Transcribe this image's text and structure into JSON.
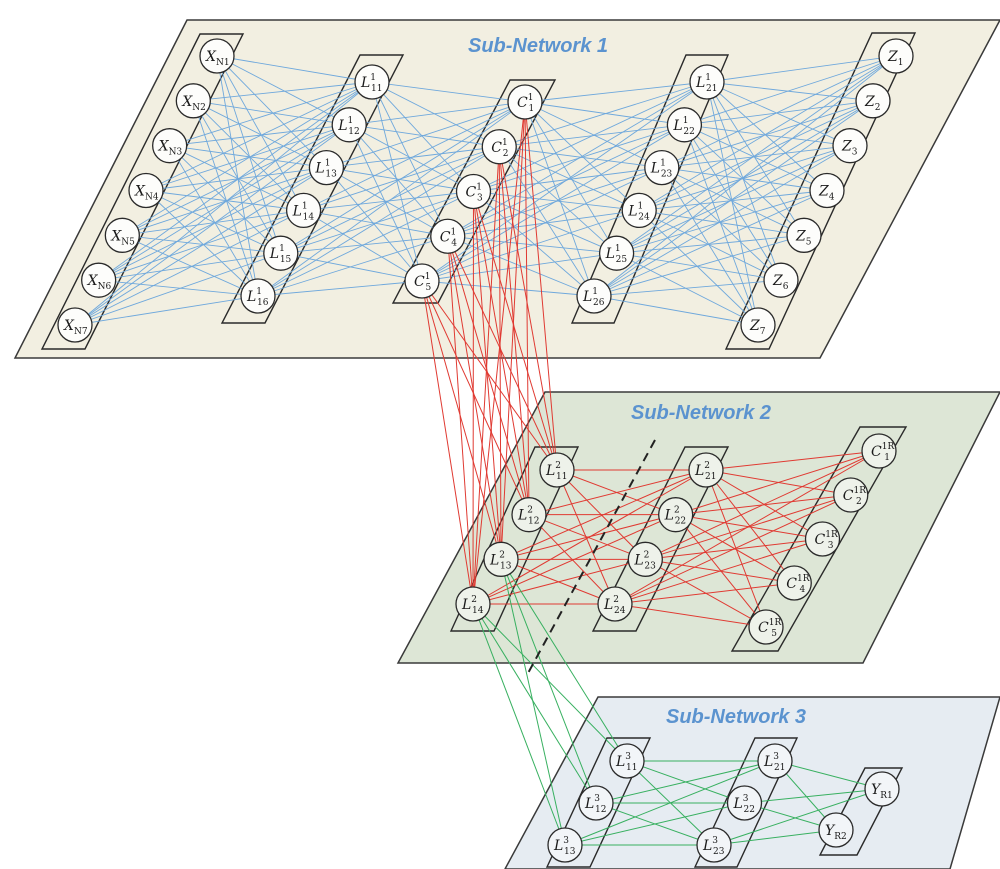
{
  "titles": {
    "sub1": "Sub-Network 1",
    "sub2": "Sub-Network 2",
    "sub3": "Sub-Network 3"
  },
  "colors": {
    "blue_edges": "#6fa8dc",
    "red_edges": "#e03a32",
    "green_edges": "#38b060",
    "title_text": "#5b93cf"
  },
  "nodes": {
    "net1_inputs": [
      {
        "main": "X",
        "sub": "N1",
        "sup": ""
      },
      {
        "main": "X",
        "sub": "N2",
        "sup": ""
      },
      {
        "main": "X",
        "sub": "N3",
        "sup": ""
      },
      {
        "main": "X",
        "sub": "N4",
        "sup": ""
      },
      {
        "main": "X",
        "sub": "N5",
        "sup": ""
      },
      {
        "main": "X",
        "sub": "N6",
        "sup": ""
      },
      {
        "main": "X",
        "sub": "N7",
        "sup": ""
      }
    ],
    "net1_L1": [
      {
        "main": "L",
        "sub": "11",
        "sup": "1"
      },
      {
        "main": "L",
        "sub": "12",
        "sup": "1"
      },
      {
        "main": "L",
        "sub": "13",
        "sup": "1"
      },
      {
        "main": "L",
        "sub": "14",
        "sup": "1"
      },
      {
        "main": "L",
        "sub": "15",
        "sup": "1"
      },
      {
        "main": "L",
        "sub": "16",
        "sup": "1"
      }
    ],
    "net1_C": [
      {
        "main": "C",
        "sub": "1",
        "sup": "1"
      },
      {
        "main": "C",
        "sub": "2",
        "sup": "1"
      },
      {
        "main": "C",
        "sub": "3",
        "sup": "1"
      },
      {
        "main": "C",
        "sub": "4",
        "sup": "1"
      },
      {
        "main": "C",
        "sub": "5",
        "sup": "1"
      }
    ],
    "net1_L2": [
      {
        "main": "L",
        "sub": "21",
        "sup": "1"
      },
      {
        "main": "L",
        "sub": "22",
        "sup": "1"
      },
      {
        "main": "L",
        "sub": "23",
        "sup": "1"
      },
      {
        "main": "L",
        "sub": "24",
        "sup": "1"
      },
      {
        "main": "L",
        "sub": "25",
        "sup": "1"
      },
      {
        "main": "L",
        "sub": "26",
        "sup": "1"
      }
    ],
    "net1_outputs": [
      {
        "main": "Z",
        "sub": "1",
        "sup": ""
      },
      {
        "main": "Z",
        "sub": "2",
        "sup": ""
      },
      {
        "main": "Z",
        "sub": "3",
        "sup": ""
      },
      {
        "main": "Z",
        "sub": "4",
        "sup": ""
      },
      {
        "main": "Z",
        "sub": "5",
        "sup": ""
      },
      {
        "main": "Z",
        "sub": "6",
        "sup": ""
      },
      {
        "main": "Z",
        "sub": "7",
        "sup": ""
      }
    ],
    "net2_L1": [
      {
        "main": "L",
        "sub": "11",
        "sup": "2"
      },
      {
        "main": "L",
        "sub": "12",
        "sup": "2"
      },
      {
        "main": "L",
        "sub": "13",
        "sup": "2"
      },
      {
        "main": "L",
        "sub": "14",
        "sup": "2"
      }
    ],
    "net2_L2": [
      {
        "main": "L",
        "sub": "21",
        "sup": "2"
      },
      {
        "main": "L",
        "sub": "22",
        "sup": "2"
      },
      {
        "main": "L",
        "sub": "23",
        "sup": "2"
      },
      {
        "main": "L",
        "sub": "24",
        "sup": "2"
      }
    ],
    "net2_C": [
      {
        "main": "C",
        "sub": "1",
        "sup": "1R"
      },
      {
        "main": "C",
        "sub": "2",
        "sup": "1R"
      },
      {
        "main": "C",
        "sub": "3",
        "sup": "1R"
      },
      {
        "main": "C",
        "sub": "4",
        "sup": "1R"
      },
      {
        "main": "C",
        "sub": "5",
        "sup": "1R"
      }
    ],
    "net3_L1": [
      {
        "main": "L",
        "sub": "11",
        "sup": "3"
      },
      {
        "main": "L",
        "sub": "12",
        "sup": "3"
      },
      {
        "main": "L",
        "sub": "13",
        "sup": "3"
      }
    ],
    "net3_L2": [
      {
        "main": "L",
        "sub": "21",
        "sup": "3"
      },
      {
        "main": "L",
        "sub": "22",
        "sup": "3"
      },
      {
        "main": "L",
        "sub": "23",
        "sup": "3"
      }
    ],
    "net3_outputs": [
      {
        "main": "Y",
        "sub": "R1",
        "sup": ""
      },
      {
        "main": "Y",
        "sub": "R2",
        "sup": ""
      }
    ]
  }
}
